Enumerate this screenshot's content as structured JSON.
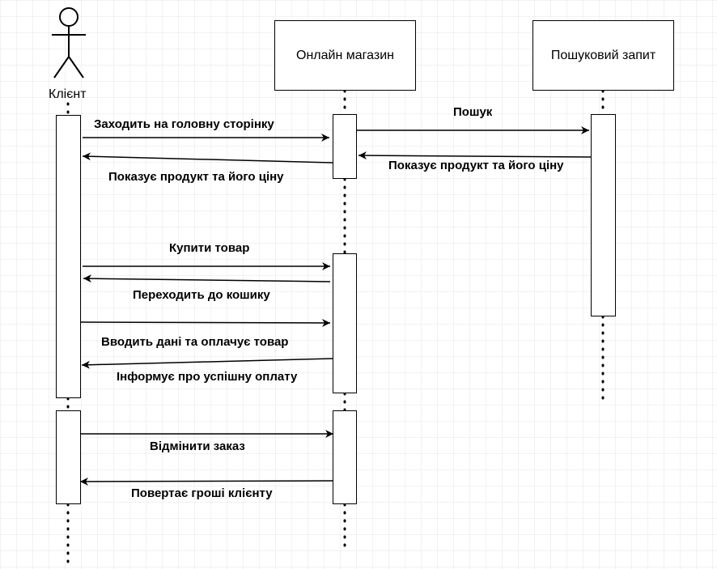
{
  "actors": {
    "client": "Клієнт",
    "shop": "Онлайн магазин",
    "search": "Пошуковий запит"
  },
  "messages": {
    "m1": "Заходить на головну сторінку",
    "m2": "Пошук",
    "m3": "Показує продукт та його ціну",
    "m4": "Показує продукт та його ціну",
    "m5": "Купити товар",
    "m6": "Переходить до кошику",
    "m7": "Вводить дані та оплачує товар",
    "m8": "Інформує про успішну оплату",
    "m9": "Відмінити заказ",
    "m10": "Повертає гроші клієнту"
  },
  "colors": {
    "grid": "#e6e6e6",
    "line": "#000000"
  }
}
